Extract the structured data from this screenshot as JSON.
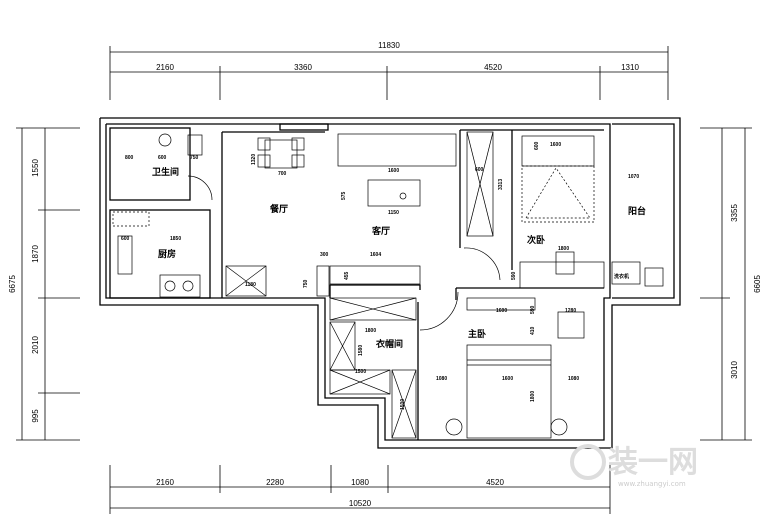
{
  "dims": {
    "top_total": "11830",
    "top": [
      "2160",
      "3360",
      "4520",
      "1310"
    ],
    "bottom": [
      "2160",
      "2280",
      "1080",
      "4520"
    ],
    "bottom_total": "10520",
    "left_total": "6675",
    "left": [
      "1550",
      "1870",
      "2010",
      "995"
    ],
    "right": [
      "3355",
      "3010"
    ],
    "right_total": "6605"
  },
  "rooms": {
    "bathroom": "卫生间",
    "kitchen": "厨房",
    "dining": "餐厅",
    "living": "客厅",
    "second_bedroom": "次卧",
    "balcony": "阳台",
    "master_bedroom": "主卧",
    "cloakroom": "衣帽间",
    "washer": "洗衣机"
  },
  "inner_dims": {
    "bath_a": "800",
    "bath_b": "600",
    "bath_c": "750",
    "kitchen_a": "600",
    "kitchen_b": "1850",
    "dining_a": "1320",
    "dining_b": "700",
    "sofa": "1600",
    "table_h": "575",
    "table_w": "1150",
    "tv_a": "300",
    "tv_b": "1604",
    "tv_c": "455",
    "tv_d": "750",
    "cab": "1180",
    "wardrobe2": "600",
    "wardrobe2_h": "3313",
    "bed2": "1600",
    "bed2_h": "600",
    "balcony_w": "1070",
    "desk2": "1800",
    "desk2_h": "590",
    "mb_desk": "1600",
    "mb_desk_h": "590",
    "mb_chair": "1280",
    "mb_gap": "410",
    "mb_left": "1080",
    "mb_bed": "1600",
    "mb_right": "1080",
    "mb_bed_h": "1800",
    "cloak_w": "1800",
    "cloak_h": "1580",
    "cloak_b": "1500",
    "cloak_c": "1500"
  },
  "watermark": {
    "text": "装一网",
    "url": "www.zhuangyi.com"
  }
}
